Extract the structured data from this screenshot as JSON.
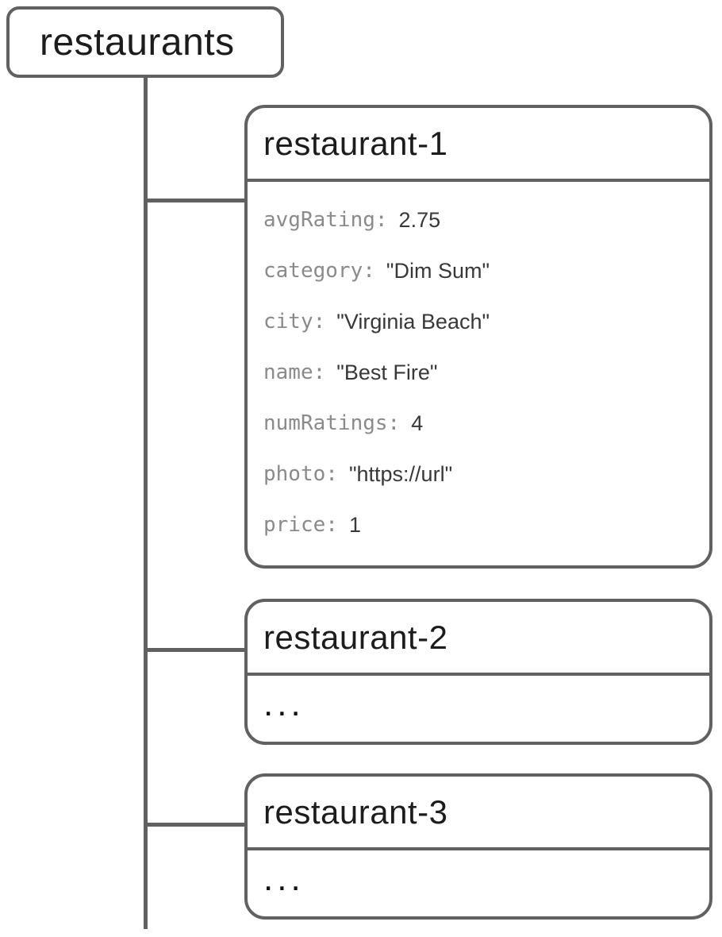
{
  "diagram": {
    "root": {
      "label": "restaurants"
    },
    "documents": [
      {
        "id": "restaurant-1",
        "fields": [
          {
            "key": "avgRating",
            "value": "2.75"
          },
          {
            "key": "category",
            "value": "\"Dim Sum\""
          },
          {
            "key": "city",
            "value": "\"Virginia Beach\""
          },
          {
            "key": "name",
            "value": "\"Best Fire\""
          },
          {
            "key": "numRatings",
            "value": "4"
          },
          {
            "key": "photo",
            "value": "\"https://url\""
          },
          {
            "key": "price",
            "value": "1"
          }
        ]
      },
      {
        "id": "restaurant-2",
        "collapsed_label": "..."
      },
      {
        "id": "restaurant-3",
        "collapsed_label": "..."
      }
    ],
    "colors": {
      "border": "#616161",
      "key_text": "#8a8a8a",
      "value_text": "#37383a",
      "header_text": "#1c1c1c"
    }
  }
}
